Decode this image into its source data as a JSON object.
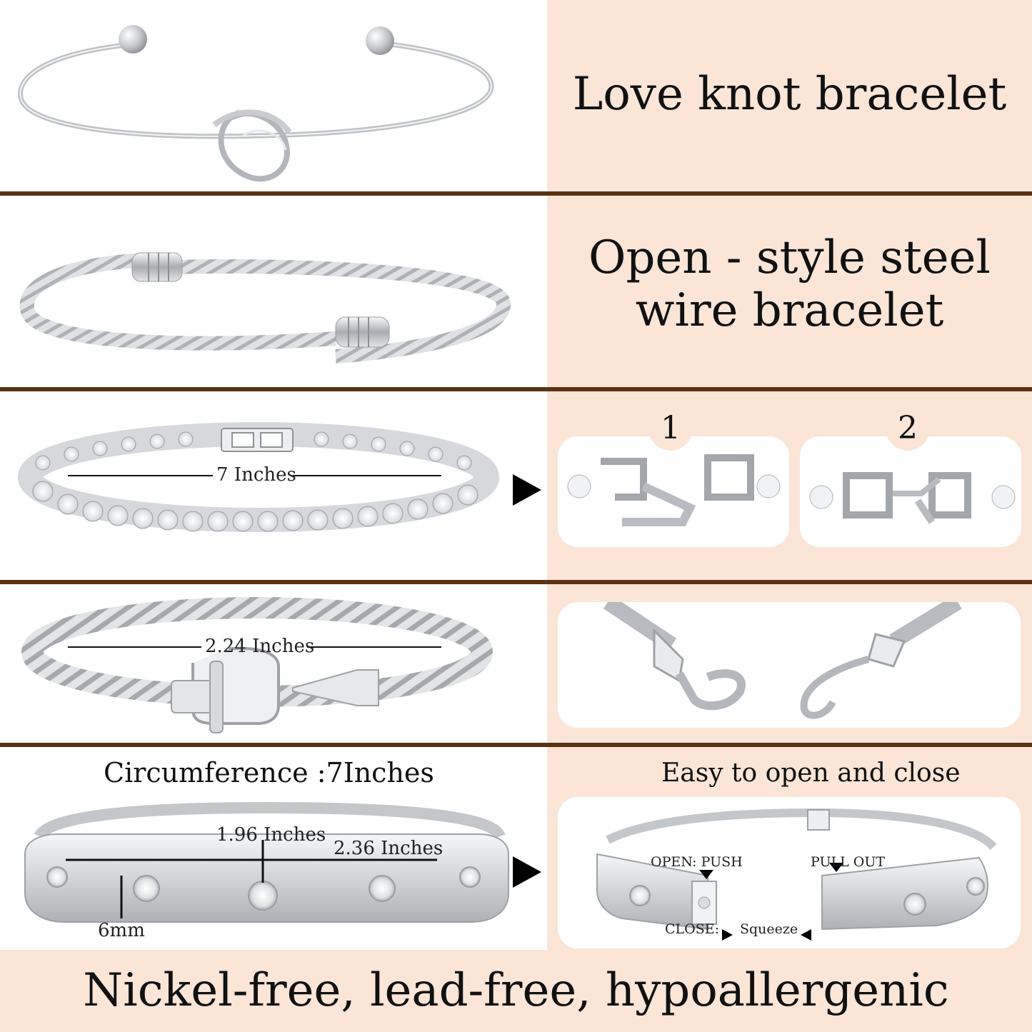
{
  "row1": {
    "title": "Love knot bracelet"
  },
  "row2": {
    "title_line1": "Open - style steel",
    "title_line2": "wire bracelet"
  },
  "row3": {
    "length_label": "7 Inches",
    "step1": "1",
    "step2": "2"
  },
  "row4": {
    "width_label": "2.24 Inches"
  },
  "row5": {
    "circumference": "Circumference :7Inches",
    "easy_label": "Easy to open and close",
    "inner_label": "1.96 Inches",
    "outer_label": "2.36 Inches",
    "thickness_label": "6mm",
    "open_label": "OPEN: PUSH",
    "pull_label": "PULL OUT",
    "close_label": "CLOSE:",
    "squeeze_label": "Squeeze"
  },
  "footer": {
    "text": "Nickel-free, lead-free, hypoallergenic"
  },
  "colors": {
    "panel": "#fae5d7",
    "divider": "#5a3314",
    "silver": "#c9cbce"
  }
}
